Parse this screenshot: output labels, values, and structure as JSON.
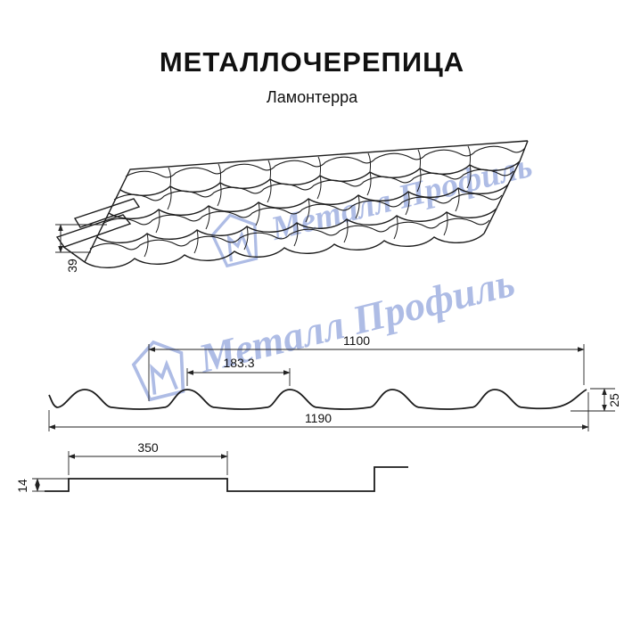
{
  "header": {
    "title": "МЕТАЛЛОЧЕРЕПИЦА",
    "subtitle": "Ламонтерра"
  },
  "watermark": {
    "brand": "Металл Профиль"
  },
  "colors": {
    "watermark": "#aab9e4",
    "line": "#1c1c1c",
    "background": "#ffffff"
  },
  "views": {
    "perspective": {
      "dim_eaves_height": "39"
    },
    "cross_section": {
      "dim_cover_width": "1100",
      "dim_wave_step": "183.3",
      "dim_profile_height": "25",
      "dim_full_width": "1190"
    },
    "longitudinal_step": {
      "dim_step_length": "350",
      "dim_step_height": "14"
    }
  }
}
